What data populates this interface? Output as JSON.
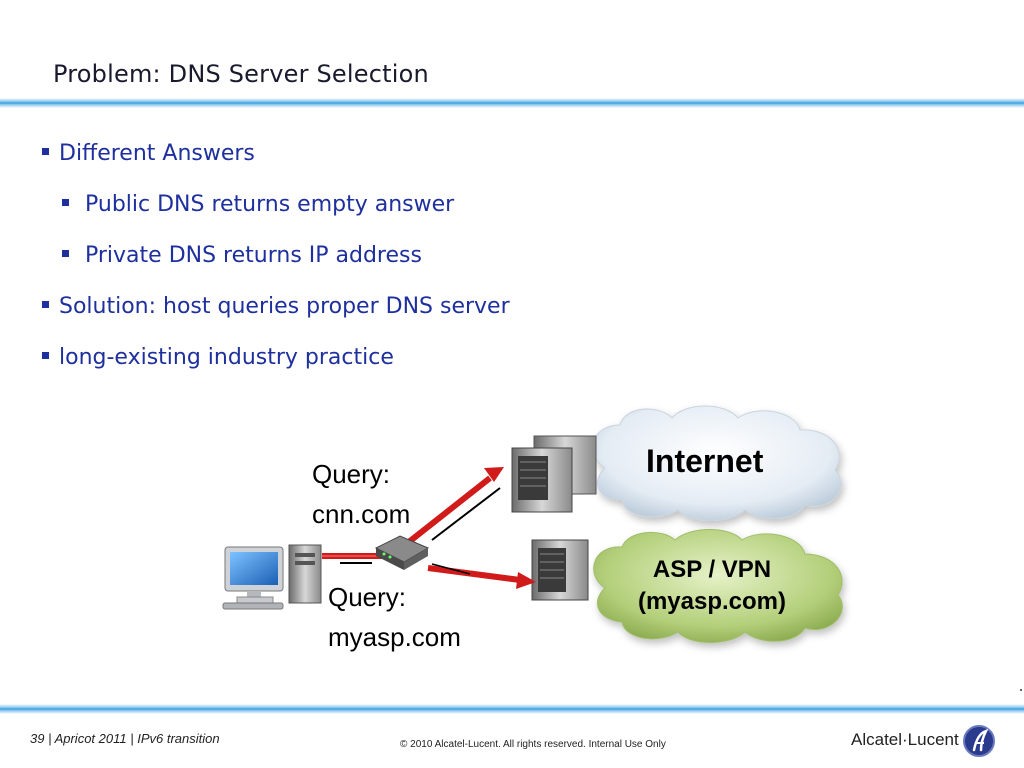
{
  "slide": {
    "title": "Problem: DNS Server Selection",
    "bullets": [
      {
        "text": "Different Answers",
        "level": 1
      },
      {
        "text": "Public DNS returns empty answer",
        "level": 2
      },
      {
        "text": "Private DNS returns IP address",
        "level": 2
      },
      {
        "text": "Solution: host queries proper DNS server",
        "level": 1
      },
      {
        "text": "long-existing industry practice",
        "level": 1
      }
    ]
  },
  "diagram": {
    "query1_line1": "Query:",
    "query1_line2": "cnn.com",
    "query2_line1": "Query:",
    "query2_line2": "myasp.com",
    "cloud_internet": "Internet",
    "cloud_asp_line1": "ASP / VPN",
    "cloud_asp_line2": "(myasp.com)",
    "colors": {
      "internet_cloud": "#dde8f2",
      "asp_cloud": "#b3cf7a",
      "arrow": "#d11a1a"
    },
    "icons": [
      "desktop-computer-icon",
      "router-icon",
      "dns-server-icon",
      "dns-server-icon"
    ]
  },
  "footer": {
    "slide_info": "39 | Apricot 2011 | IPv6 transition",
    "copyright": "© 2010 Alcatel-Lucent. All rights reserved. Internal Use Only",
    "logo_text": "Alcatel·Lucent"
  }
}
